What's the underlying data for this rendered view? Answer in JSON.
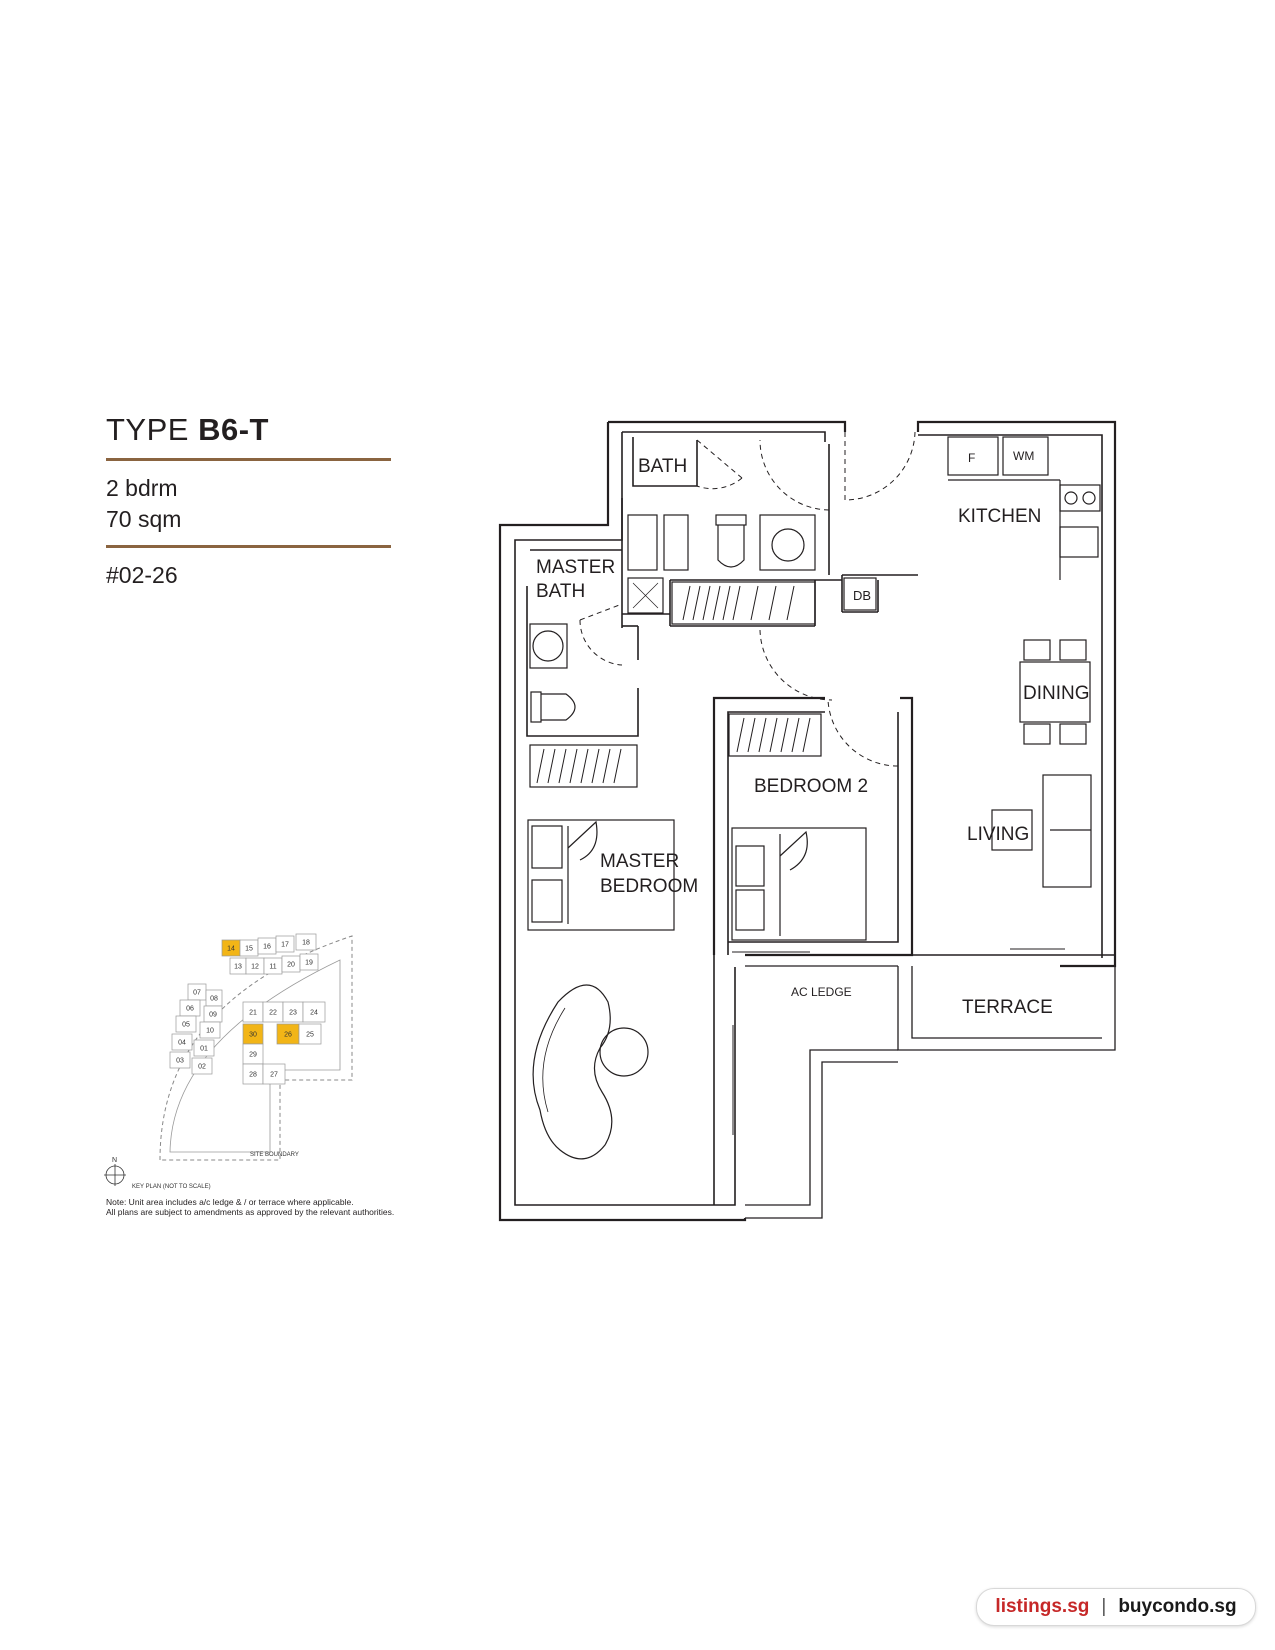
{
  "header": {
    "type_prefix": "TYPE",
    "type_code": "B6-T",
    "bedrooms": "2 bdrm",
    "area": "70 sqm",
    "unit_no": "#02-26"
  },
  "rooms": {
    "bath": "BATH",
    "master_bath_1": "MASTER",
    "master_bath_2": "BATH",
    "kitchen": "KITCHEN",
    "fridge": "F",
    "washer": "WM",
    "db": "DB",
    "dining": "DINING",
    "bedroom2": "BEDROOM 2",
    "living": "LIVING",
    "master_bedroom_1": "MASTER",
    "master_bedroom_2": "BEDROOM",
    "ac_ledge": "AC LEDGE",
    "terrace": "TERRACE"
  },
  "keyplan": {
    "north": "N",
    "caption": "KEY PLAN (NOT TO SCALE)",
    "site_boundary": "SITE BOUNDARY",
    "highlight_color": "#f2b517",
    "units": [
      "14",
      "15",
      "16",
      "17",
      "18",
      "13",
      "12",
      "11",
      "20",
      "19",
      "07",
      "08",
      "06",
      "09",
      "05",
      "10",
      "04",
      "01",
      "03",
      "02",
      "21",
      "22",
      "23",
      "24",
      "30",
      "26",
      "25",
      "29",
      "28",
      "27"
    ],
    "highlighted": [
      "14",
      "30",
      "26"
    ]
  },
  "notes": {
    "line1": "Note: Unit area includes a/c ledge & / or terrace where applicable.",
    "line2": "All plans are subject to amendments as approved by the relevant authorities."
  },
  "footer": {
    "brand1": "listings.sg",
    "separator": "|",
    "brand2": "buycondo.sg"
  },
  "colors": {
    "accent_rule": "#8a6440",
    "brand_red": "#c62828"
  }
}
